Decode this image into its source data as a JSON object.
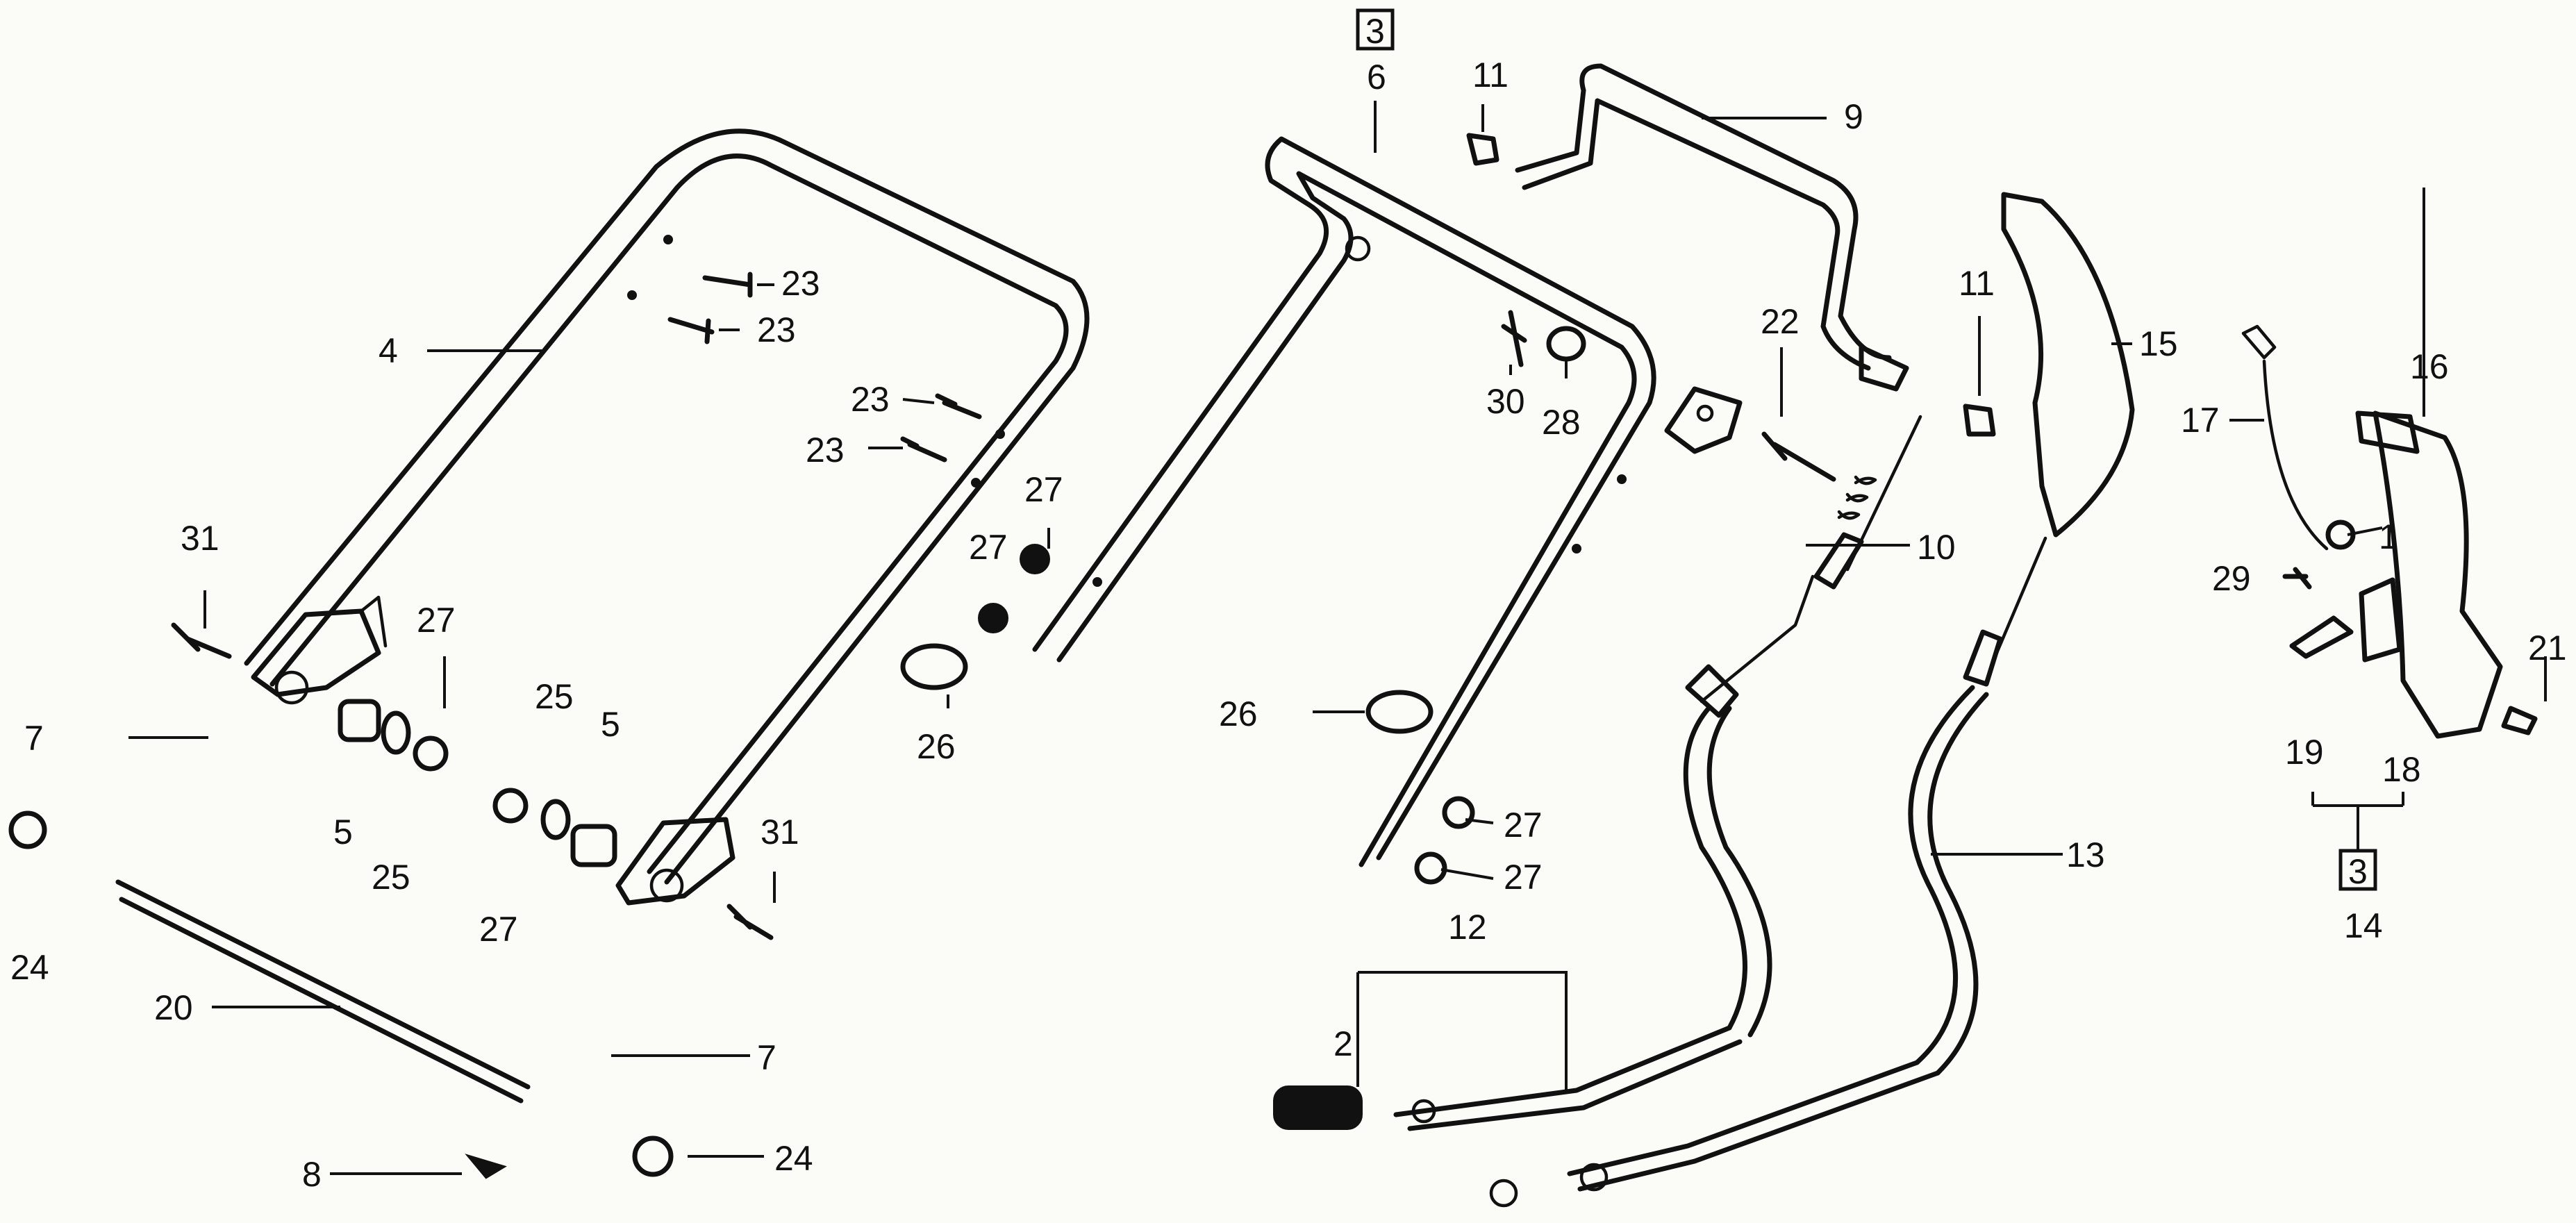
{
  "callouts": {
    "c1": "1",
    "c2": "2",
    "c3a": "3",
    "c3b": "3",
    "c4": "4",
    "c5a": "5",
    "c5b": "5",
    "c6": "6",
    "c7a": "7",
    "c7b": "7",
    "c8": "8",
    "c9": "9",
    "c10": "10",
    "c11a": "11",
    "c11b": "11",
    "c12": "12",
    "c13": "13",
    "c14": "14",
    "c15": "15",
    "c16": "16",
    "c17": "17",
    "c18": "18",
    "c19": "19",
    "c20": "20",
    "c21": "21",
    "c22": "22",
    "c23a": "23",
    "c23b": "23",
    "c23c": "23",
    "c23d": "23",
    "c24a": "24",
    "c24b": "24",
    "c25a": "25",
    "c25b": "25",
    "c26a": "26",
    "c26b": "26",
    "c27a": "27",
    "c27b": "27",
    "c27c": "27",
    "c27d": "27",
    "c27e": "27",
    "c27f": "27",
    "c28": "28",
    "c29": "29",
    "c30": "30",
    "c31a": "31",
    "c31b": "31"
  }
}
